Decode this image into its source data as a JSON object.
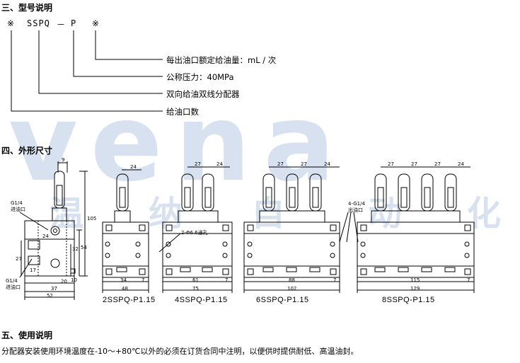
{
  "section3": {
    "heading": "三、型号说明",
    "code": {
      "prefix_mark": "※",
      "series": "SSPQ",
      "dash": "－",
      "pressure_code": "P",
      "suffix_mark": "※"
    },
    "callouts": [
      "每出油口额定给油量：mL / 次",
      "公称压力：40MPa",
      "双向给油双线分配器",
      "给油口数"
    ]
  },
  "section4": {
    "heading": "四、外形尺寸",
    "side_view": {
      "labels": {
        "top_port": "G1/4",
        "top_port_note": "进油口",
        "bottom_port": "G1/4",
        "bottom_port_note": "进油口"
      },
      "dims": [
        "9",
        "105",
        "54",
        "32",
        "27",
        "20",
        "37",
        "52",
        "10",
        "24",
        "17"
      ]
    },
    "models": [
      {
        "caption": "2SSPQ-P1.15",
        "dims": [
          "24",
          "34",
          "48",
          "7"
        ]
      },
      {
        "caption": "4SSPQ-P1.15",
        "dims": [
          "27",
          "24",
          "61",
          "75",
          "7"
        ],
        "hole_note": "2-Φ6.6通孔"
      },
      {
        "caption": "6SSPQ-P1.15",
        "dims": [
          "27",
          "27",
          "24",
          "88",
          "102",
          "7"
        ]
      },
      {
        "caption": "8SSPQ-P1.15",
        "dims": [
          "27",
          "27",
          "27",
          "24",
          "115",
          "129",
          "7"
        ],
        "port_note": "4-G1/4",
        "port_note2": "出油口"
      }
    ]
  },
  "section5": {
    "heading": "五、使用说明",
    "text": "分配器安装使用环境温度在-10～+80℃以外的必须在订货合同中注明，以便供时提供耐低、高温油封。"
  },
  "watermark": {
    "letters": "vena",
    "cjk": [
      "温",
      "纳",
      "自",
      "动",
      "化"
    ],
    "color": "#b9c9e3"
  }
}
